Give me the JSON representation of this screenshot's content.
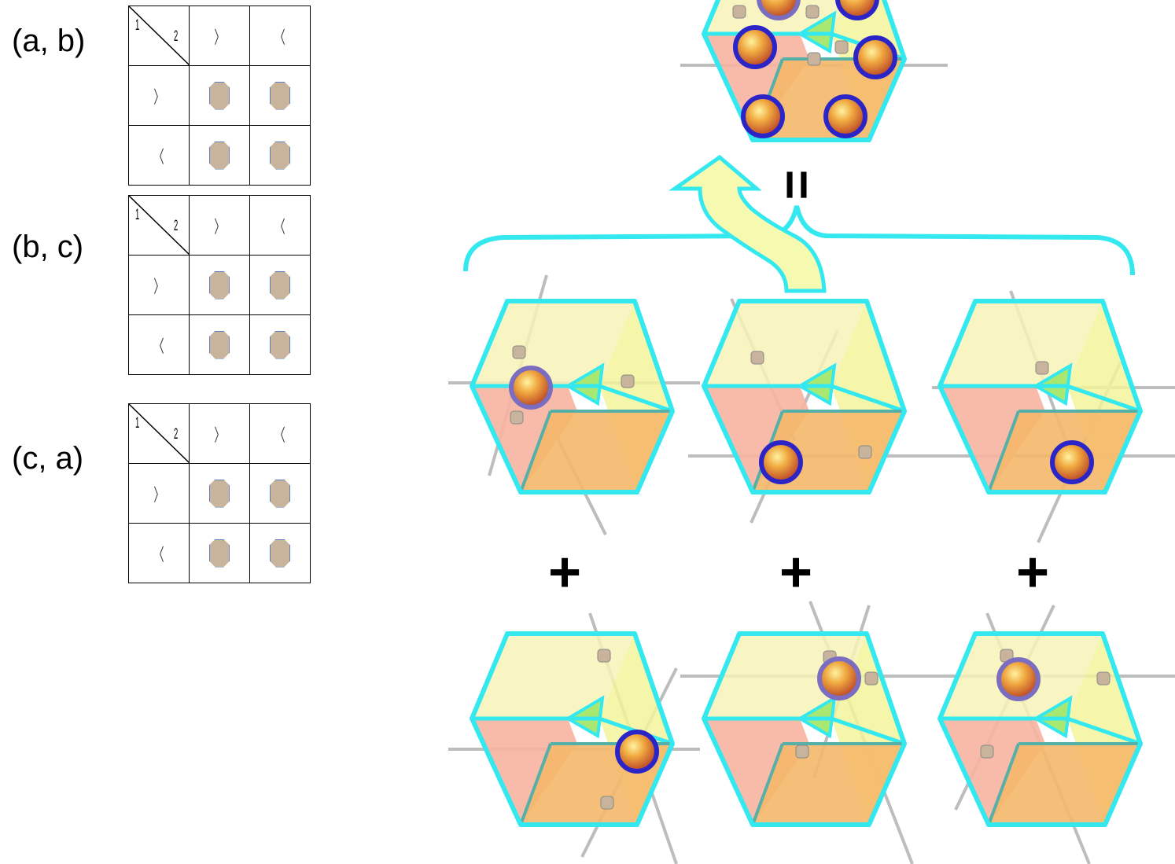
{
  "tables": [
    {
      "label": "(a, b)",
      "corner_left": "1",
      "corner_right": "2",
      "col_headers": [
        "〉",
        "〈"
      ],
      "row_headers": [
        "〉",
        "〈"
      ]
    },
    {
      "label": "(b, c)",
      "corner_left": "1",
      "corner_right": "2",
      "col_headers": [
        "〉",
        "〈"
      ],
      "row_headers": [
        "〉",
        "〈"
      ]
    },
    {
      "label": "(c, a)",
      "corner_left": "1",
      "corner_right": "2",
      "col_headers": [
        "〉",
        "〈"
      ],
      "row_headers": [
        "〉",
        "〈"
      ]
    }
  ],
  "operators": {
    "equals": "=",
    "plus": "+"
  },
  "colors": {
    "cube_edge": "#33e8ef",
    "top_face": "#f8f3b8",
    "left_face": "#f7b3a0",
    "bottom_face": "#f5b86a",
    "right_face": "#f3f49a",
    "triangle": "#a8e870",
    "highlight_circle": "#2b25c8",
    "faded_circle": "#7b6ec0",
    "small_dot": "#c8b49c",
    "axis_line": "#bdbdbd",
    "arrow_fill": "#f6f9b0"
  }
}
